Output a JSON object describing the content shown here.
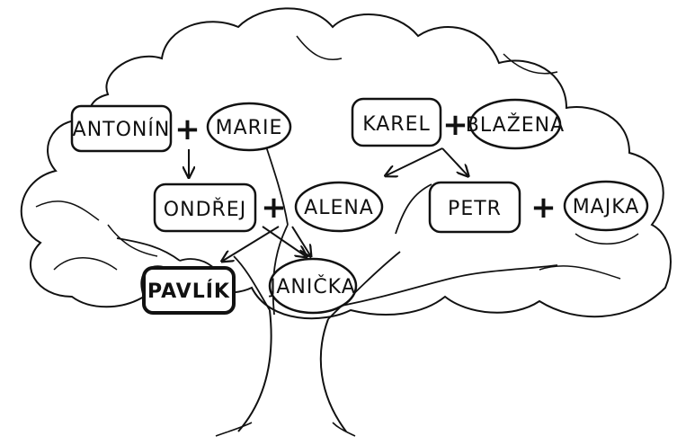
{
  "people": {
    "antonin": "ANTONÍN",
    "marie": "MARIE",
    "karel": "KAREL",
    "blazena": "BLAŽENA",
    "ondrej": "ONDŘEJ",
    "alena": "ALENA",
    "petr": "PETR",
    "majka": "MAJKA",
    "pavlik": "PAVLÍK",
    "janicka": "JANIČKA"
  },
  "symbols": {
    "plus": "+"
  }
}
